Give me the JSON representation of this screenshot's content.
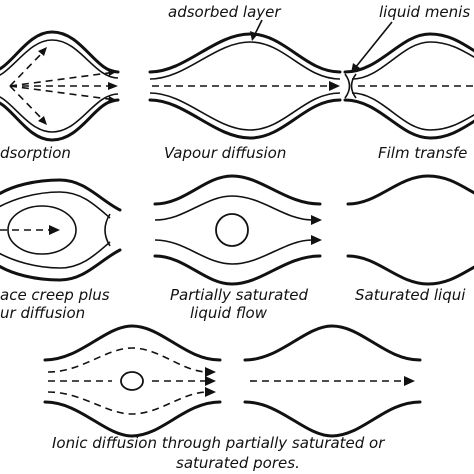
{
  "labels": {
    "adsorbed_layer": "adsorbed layer",
    "liquid_menis": "liquid menis",
    "adsorption": "dsorption",
    "vapour_diffusion": "Vapour diffusion",
    "film_transfer": "Film transfe",
    "creep_line1": "ace creep plus",
    "creep_line2": "ur diffusion",
    "partial_line1": "Partially saturated",
    "partial_line2": "liquid flow",
    "saturated_liquid": "Saturated liqui",
    "ionic_line1": "Ionic diffusion through partially saturated or",
    "ionic_line2": "saturated pores."
  }
}
